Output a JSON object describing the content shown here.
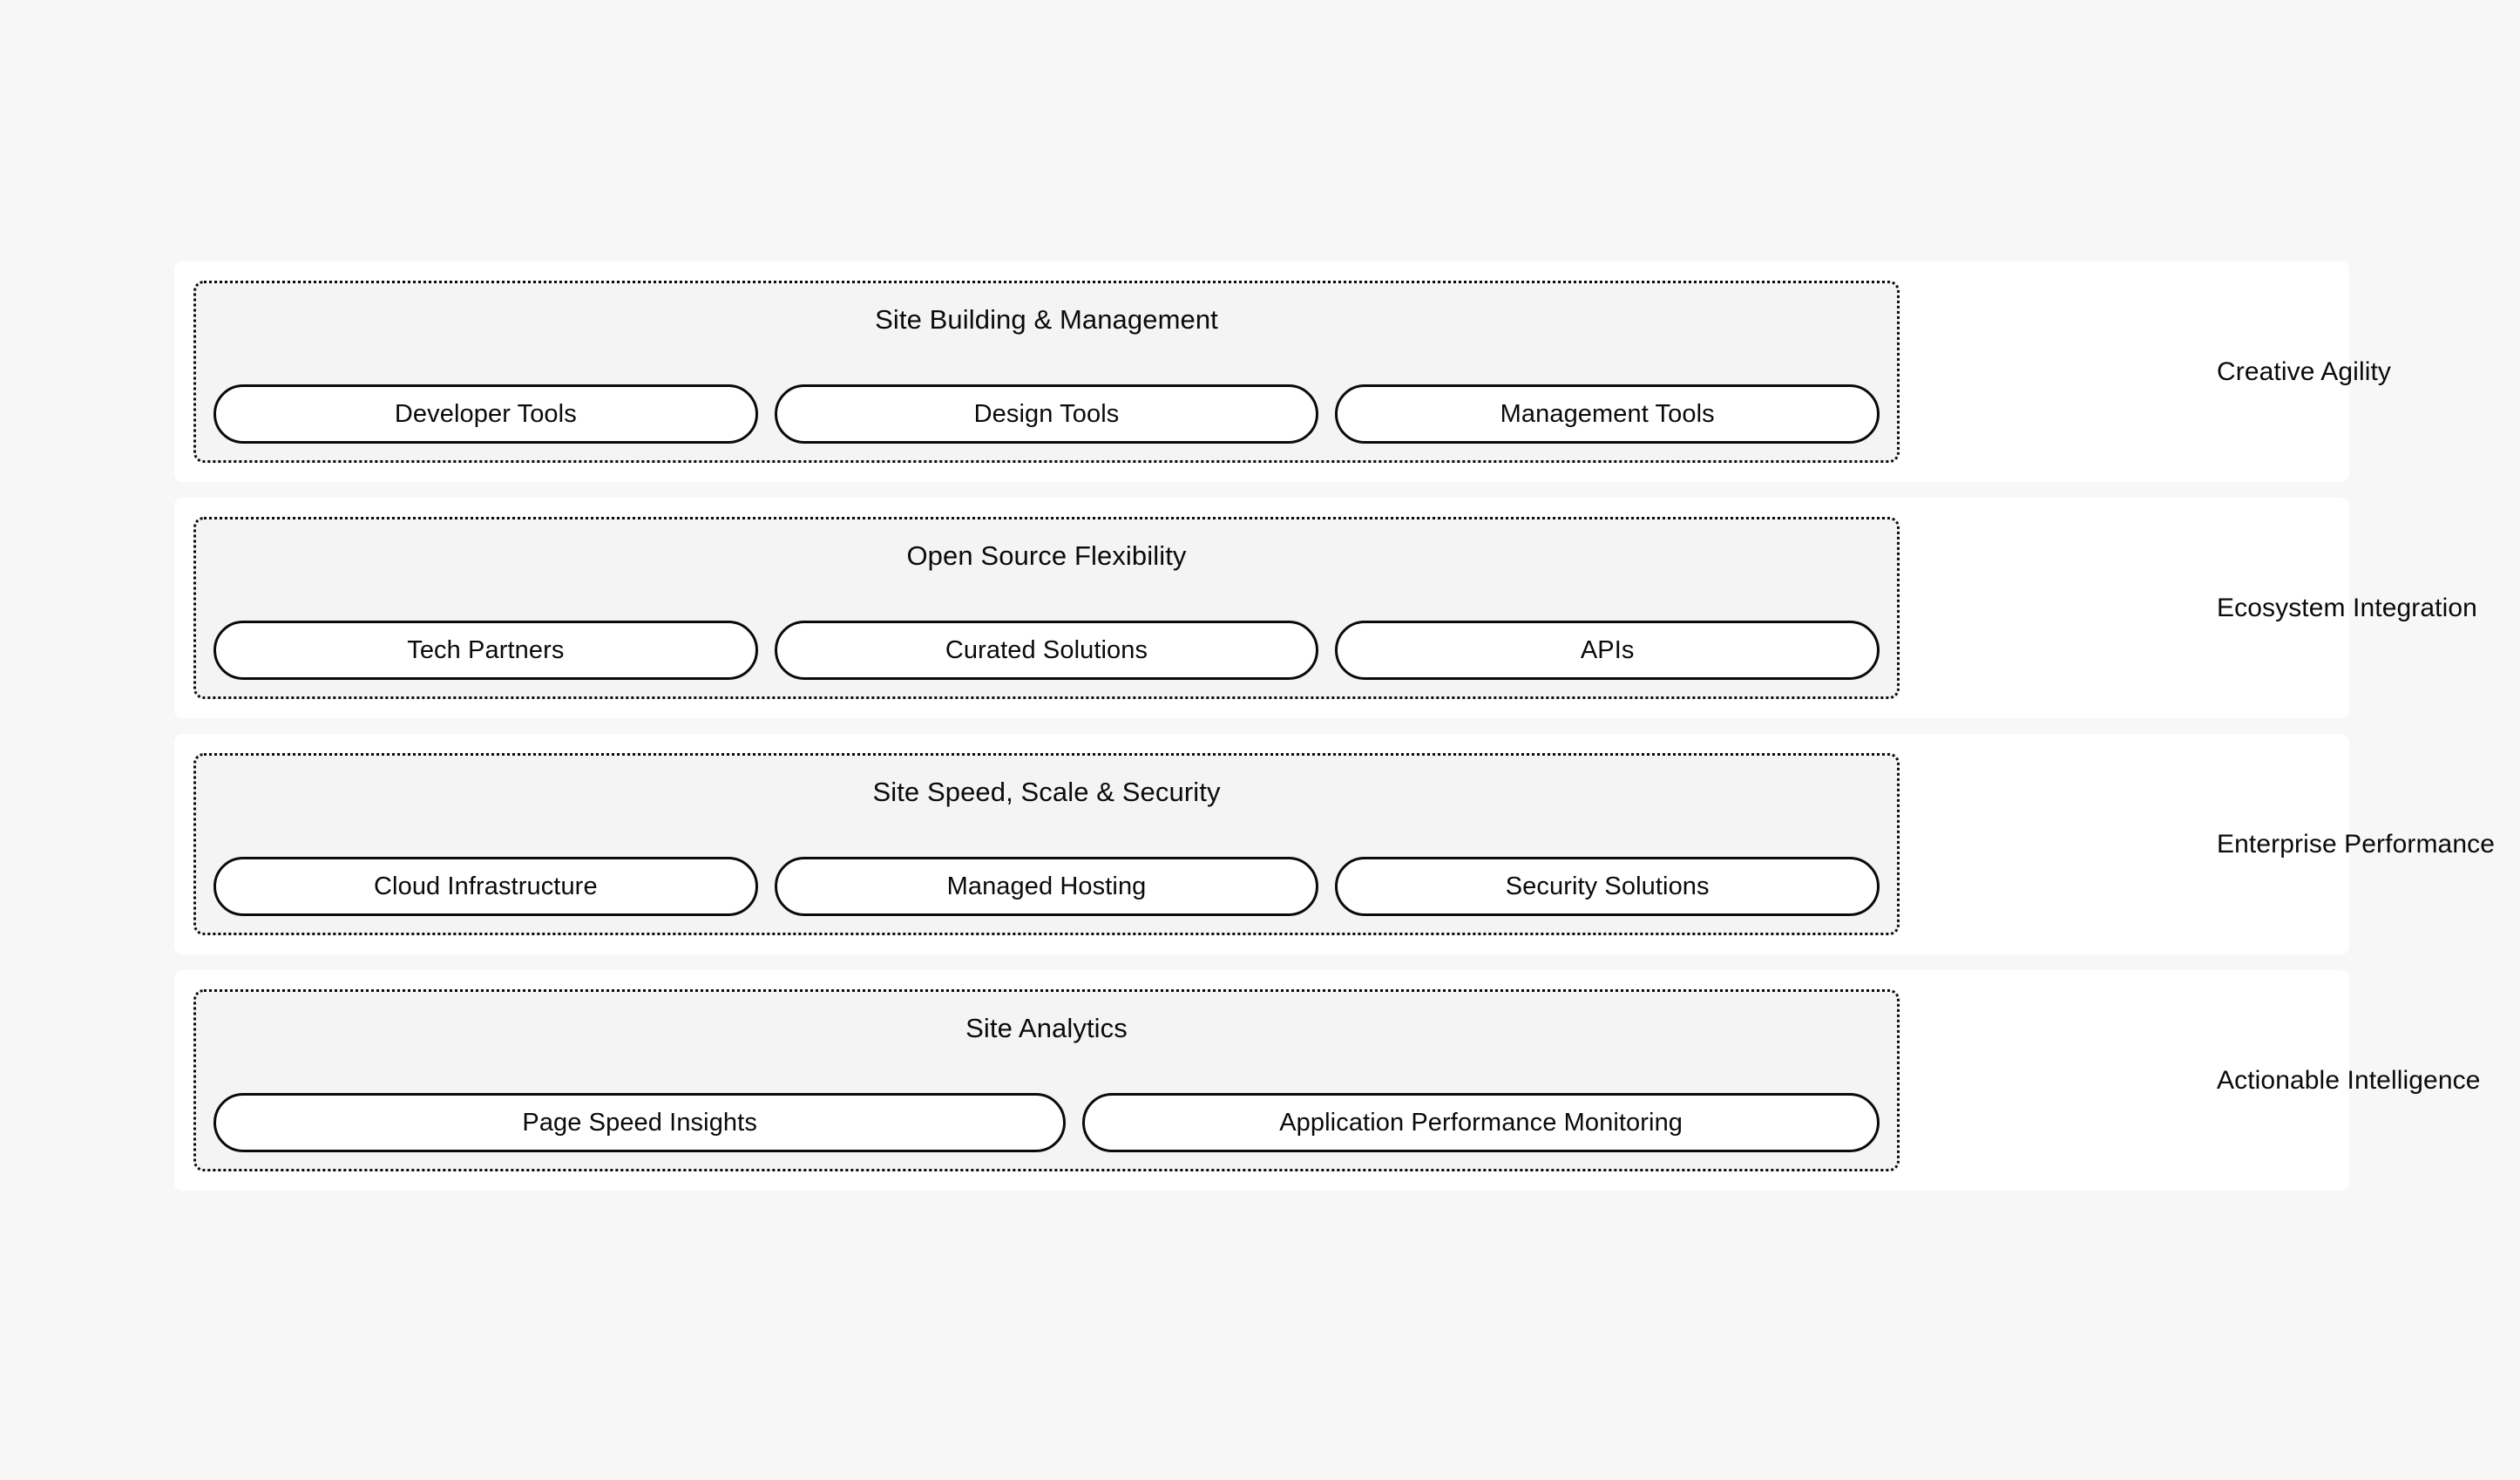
{
  "theme": {
    "page_background": "#f7f7f7",
    "card_background": "#ffffff",
    "group_background": "#f4f4f4",
    "border_color": "#0a0a0a",
    "text_color": "#0a0a0a"
  },
  "diagram": {
    "type": "grouped-capability-map",
    "rows": [
      {
        "group_title": "Site Building & Management",
        "outcome": "Creative Agility",
        "items": [
          "Developer Tools",
          "Design Tools",
          "Management Tools"
        ]
      },
      {
        "group_title": "Open Source Flexibility",
        "outcome": "Ecosystem Integration",
        "items": [
          "Tech Partners",
          "Curated Solutions",
          "APIs"
        ]
      },
      {
        "group_title": "Site Speed, Scale & Security",
        "outcome": "Enterprise Performance",
        "items": [
          "Cloud Infrastructure",
          "Managed Hosting",
          "Security Solutions"
        ]
      },
      {
        "group_title": "Site Analytics",
        "outcome": "Actionable Intelligence",
        "items": [
          "Page Speed Insights",
          "Application Performance Monitoring"
        ]
      }
    ]
  }
}
